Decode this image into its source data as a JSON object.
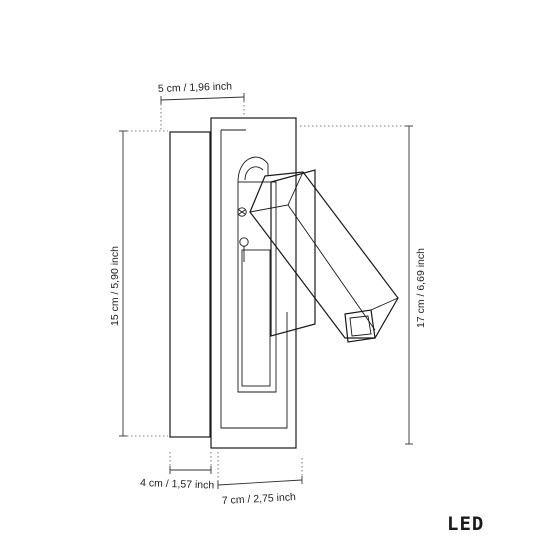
{
  "dimensions": {
    "width_top": "5 cm  / 1,96 inch",
    "height_left": "15 cm  / 5,90 inch",
    "height_right": "17 cm / 6,69 inch",
    "depth_bottom": "4 cm / 1,57 inch",
    "width_bottom": "7 cm  / 2,75 inch"
  },
  "badge": {
    "label": "LED"
  },
  "icons": {
    "drawing": "wall-reading-lamp-drawing",
    "badge": "led-badge-icon"
  }
}
